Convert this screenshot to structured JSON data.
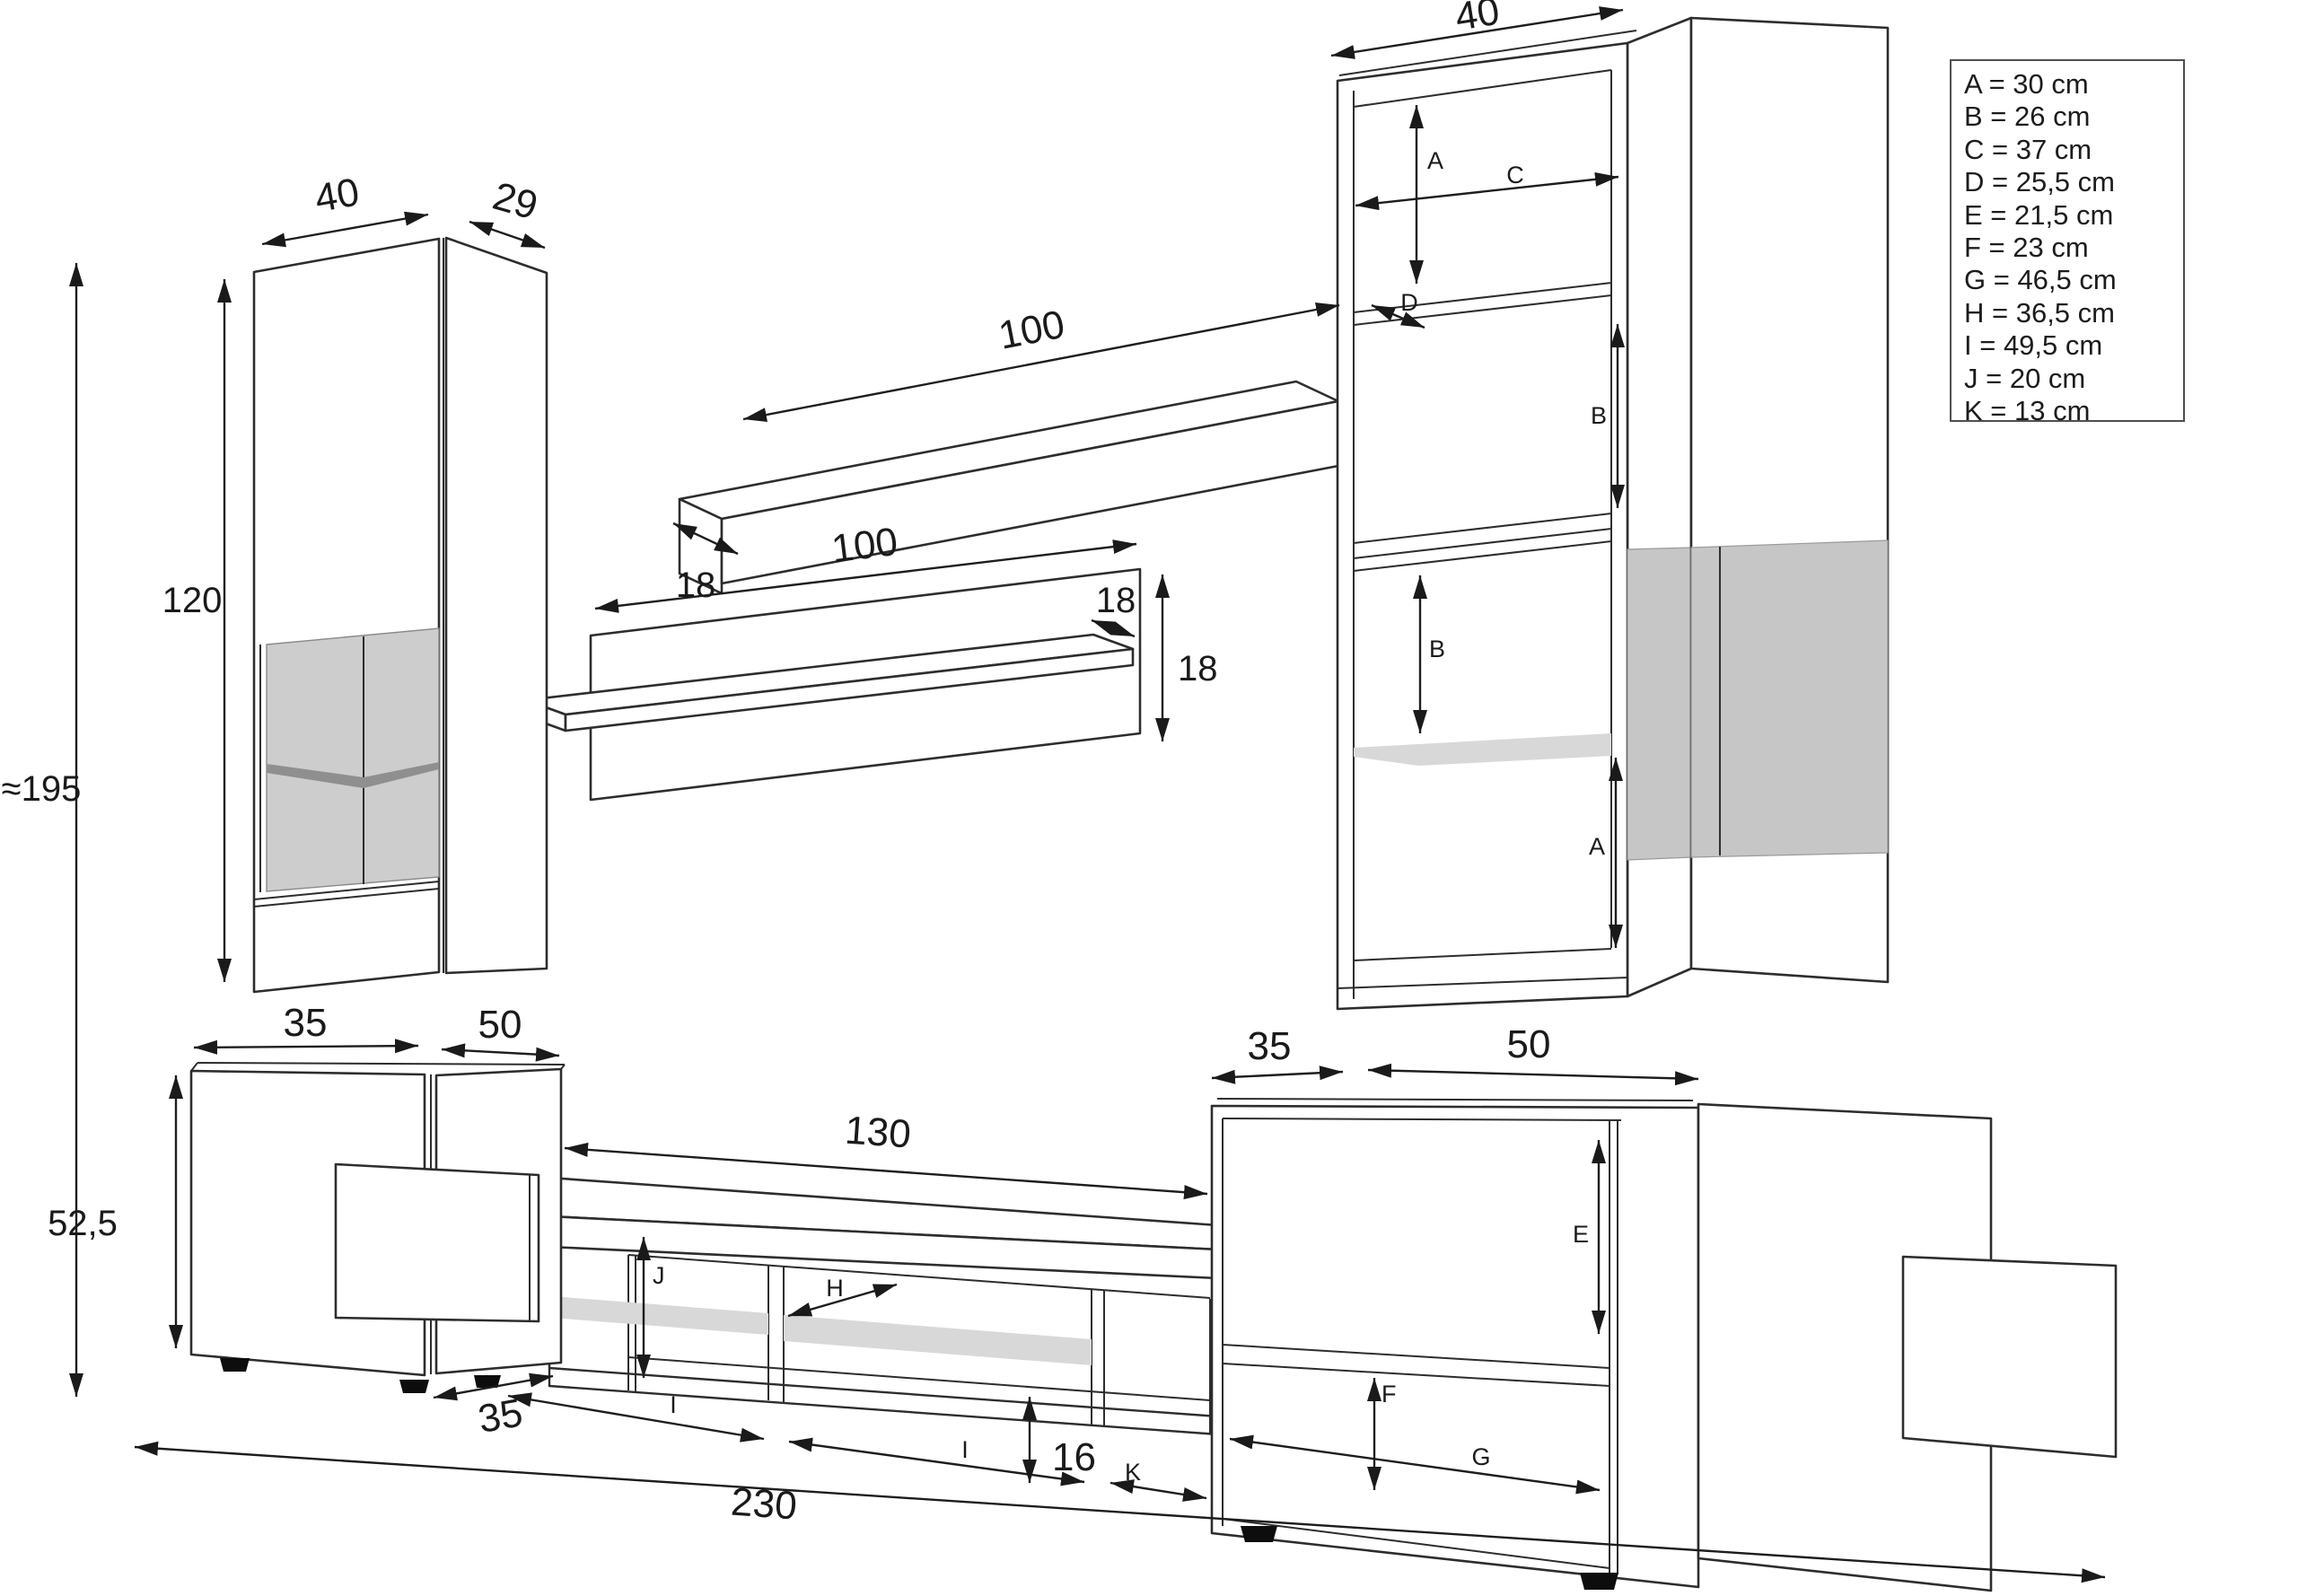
{
  "legend": {
    "items": [
      "A = 30 cm",
      "B = 26 cm",
      "C = 37 cm",
      "D = 25,5 cm",
      "E = 21,5 cm",
      "F = 23 cm",
      "G = 46,5 cm",
      "H = 36,5 cm",
      "I = 49,5 cm",
      "J = 20 cm",
      "K = 13 cm"
    ]
  },
  "dimensions": {
    "total_height": "≈195",
    "total_width": "230",
    "tall_cabinet": {
      "width": "40",
      "depth": "29",
      "height": "120"
    },
    "upper_shelf": {
      "length": "100",
      "depth": "18"
    },
    "lower_shelf": {
      "length": "100",
      "depth": "18",
      "height": "18"
    },
    "right_unit": {
      "width": "40",
      "comp1_height": "A",
      "comp1_width": "C",
      "shelf_depth": "D",
      "comp2_height": "B",
      "comp3_height": "B",
      "comp4_height": "A"
    },
    "left_base_cabinet": {
      "front": "35",
      "side": "50",
      "height": "52,5",
      "bottom_depth": "35"
    },
    "tv_stand": {
      "length": "130",
      "comp1_height": "J",
      "comp2_width": "H",
      "comp1_width": "I",
      "comp2_width_bottom": "I",
      "comp3_width": "K",
      "floor_gap": "16"
    },
    "right_base_cabinet": {
      "side": "35",
      "front": "50",
      "comp_top": "E",
      "comp_bottom": "F",
      "comp_width": "G"
    }
  }
}
